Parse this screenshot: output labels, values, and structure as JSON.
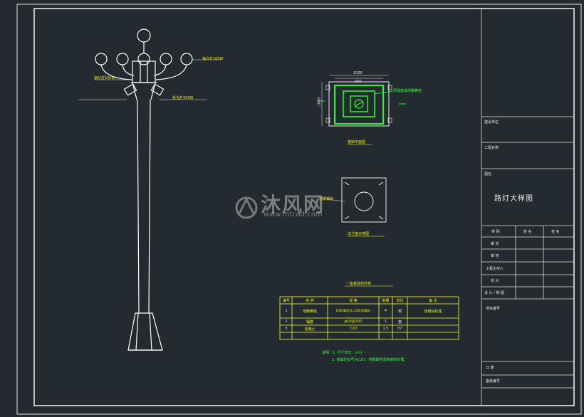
{
  "title_block": {
    "row_construction_unit": "建设单位",
    "row_project_name": "工程名称",
    "row_drawing_name": "图名",
    "drawing_title": "路灯大样图",
    "col_category": "类 别",
    "col_name": "姓 名",
    "col_signature": "签 名",
    "row_review": "审 定",
    "row_audit": "审 核",
    "row_project_lead": "工程主持人",
    "row_check": "校 对",
    "row_design": "设 计 / 制 图",
    "row_project_no": "项目编号",
    "row_date": "日 期",
    "row_drawing_no": "图纸编号"
  },
  "pole": {
    "label_top_lamp": "钠灯灯100W",
    "label_left_lamp": "钠灯灯100W",
    "label_proj_lamp": "投光灯400W"
  },
  "foundation_plan": {
    "title": "基础平面图",
    "dim_top": "1000",
    "dim_inner": "500",
    "dim_side": "1000",
    "note": "预埋基础地脚螺栓"
  },
  "flange": {
    "title": "法兰盘示意图",
    "label": "地脚螺栓"
  },
  "material_table": {
    "title": "一座基础材料表",
    "headers": [
      "编号",
      "名 称",
      "规 格",
      "数量",
      "单位",
      "备 注"
    ],
    "rows": [
      [
        "1",
        "地脚螺栓",
        "M20(螺栓)(L=500)双螺母",
        "4",
        "根",
        "热镀锌处理"
      ],
      [
        "2",
        "钢筋",
        "φ10@200",
        "1",
        "套",
        ""
      ],
      [
        "3",
        "混凝土",
        "C20",
        "1.5",
        "m³",
        ""
      ]
    ]
  },
  "notes": {
    "line1": "说明：1. 尺寸单位：mm",
    "line2": "2. 基础砼标号为C20，地脚螺栓须热镀锌处理。"
  },
  "watermark": {
    "brand": "沐风网",
    "url": "www.mfcad.com"
  }
}
